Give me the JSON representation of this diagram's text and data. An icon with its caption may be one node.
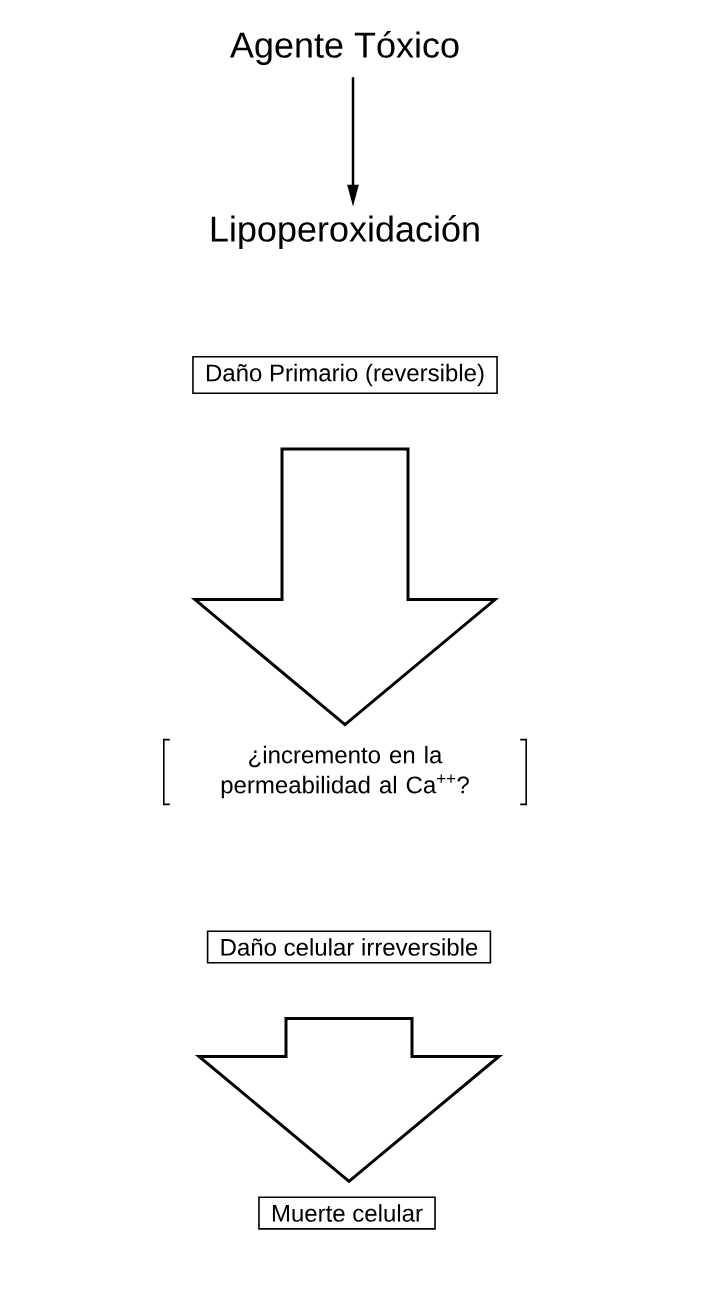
{
  "diagram": {
    "nodes": [
      {
        "text": [
          "Agente Tóxico"
        ]
      },
      {
        "text": [
          "Lipoperoxidación"
        ]
      },
      {
        "text": [
          "Daño Primario (reversible)"
        ]
      },
      {
        "text": [
          "¿incremento en la permeabilidad al Ca$^{++}$?"
        ]
      },
      {
        "text": [
          "Daño celular irreversible"
        ]
      },
      {
        "text": [
          "Muerte celular"
        ]
      }
    ],
    "edges": [
      {
        "from": 0,
        "to": 1,
        "arrow": "to"
      },
      {
        "from": 2,
        "to": 3,
        "arrow": "to",
        "style": "thick"
      },
      {
        "from": 4,
        "to": 5,
        "arrow": "to",
        "style": "thick"
      }
    ]
  }
}
